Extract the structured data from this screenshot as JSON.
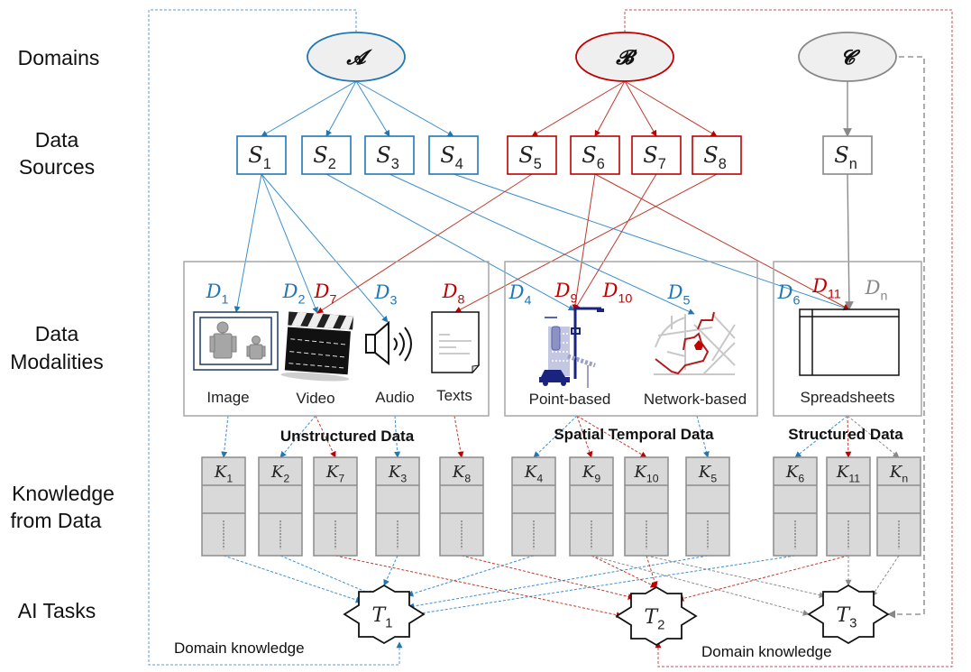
{
  "colors": {
    "domain_a": "#1f77b4",
    "domain_b": "#c00000",
    "domain_c": "#888888",
    "ellipse_fill": "#efefef",
    "knowledge_fill": "#d9d9d9",
    "box_border": "#a6a6a6"
  },
  "row_labels": {
    "domains": "Domains",
    "data_sources_1": "Data",
    "data_sources_2": "Sources",
    "data_modalities_1": "Data",
    "data_modalities_2": "Modalities",
    "knowledge_1": "Knowledge",
    "knowledge_2": "from Data",
    "ai_tasks": "AI Tasks"
  },
  "domains": [
    {
      "id": "A",
      "label": "𝓐",
      "color_key": "domain_a"
    },
    {
      "id": "B",
      "label": "𝓑",
      "color_key": "domain_b"
    },
    {
      "id": "C",
      "label": "𝓒",
      "color_key": "domain_c"
    }
  ],
  "sources": [
    {
      "id": "S1",
      "base": "S",
      "sub": "1",
      "domain": "A"
    },
    {
      "id": "S2",
      "base": "S",
      "sub": "2",
      "domain": "A"
    },
    {
      "id": "S3",
      "base": "S",
      "sub": "3",
      "domain": "A"
    },
    {
      "id": "S4",
      "base": "S",
      "sub": "4",
      "domain": "A"
    },
    {
      "id": "S5",
      "base": "S",
      "sub": "5",
      "domain": "B"
    },
    {
      "id": "S6",
      "base": "S",
      "sub": "6",
      "domain": "B"
    },
    {
      "id": "S7",
      "base": "S",
      "sub": "7",
      "domain": "B"
    },
    {
      "id": "S8",
      "base": "S",
      "sub": "8",
      "domain": "B"
    },
    {
      "id": "Sn",
      "base": "S",
      "sub": "n",
      "domain": "C"
    }
  ],
  "modality_groups": [
    {
      "id": "unstructured",
      "label": "Unstructured Data"
    },
    {
      "id": "spatial",
      "label": "Spatial Temporal Data"
    },
    {
      "id": "structured",
      "label": "Structured Data"
    }
  ],
  "modalities": [
    {
      "id": "image",
      "caption": "Image",
      "icon": "image-icon"
    },
    {
      "id": "video",
      "caption": "Video",
      "icon": "clapperboard-icon"
    },
    {
      "id": "audio",
      "caption": "Audio",
      "icon": "speaker-icon"
    },
    {
      "id": "texts",
      "caption": "Texts",
      "icon": "document-icon"
    },
    {
      "id": "point",
      "caption": "Point-based",
      "icon": "traffic-point-icon"
    },
    {
      "id": "network",
      "caption": "Network-based",
      "icon": "road-network-icon"
    },
    {
      "id": "sheet",
      "caption": "Spreadsheets",
      "icon": "spreadsheet-icon"
    }
  ],
  "datasets": [
    {
      "id": "D1",
      "base": "D",
      "sub": "1",
      "domain": "A"
    },
    {
      "id": "D2",
      "base": "D",
      "sub": "2",
      "domain": "A"
    },
    {
      "id": "D7",
      "base": "D",
      "sub": "7",
      "domain": "B"
    },
    {
      "id": "D3",
      "base": "D",
      "sub": "3",
      "domain": "A"
    },
    {
      "id": "D8",
      "base": "D",
      "sub": "8",
      "domain": "B"
    },
    {
      "id": "D4",
      "base": "D",
      "sub": "4",
      "domain": "A"
    },
    {
      "id": "D9",
      "base": "D",
      "sub": "9",
      "domain": "B"
    },
    {
      "id": "D10",
      "base": "D",
      "sub": "10",
      "domain": "B"
    },
    {
      "id": "D5",
      "base": "D",
      "sub": "5",
      "domain": "A"
    },
    {
      "id": "D6",
      "base": "D",
      "sub": "6",
      "domain": "A"
    },
    {
      "id": "D11",
      "base": "D",
      "sub": "11",
      "domain": "B"
    },
    {
      "id": "Dn",
      "base": "D",
      "sub": "n",
      "domain": "C"
    }
  ],
  "knowledge": [
    {
      "id": "K1",
      "base": "K",
      "sub": "1",
      "domain": "A"
    },
    {
      "id": "K2",
      "base": "K",
      "sub": "2",
      "domain": "A"
    },
    {
      "id": "K7",
      "base": "K",
      "sub": "7",
      "domain": "B"
    },
    {
      "id": "K3",
      "base": "K",
      "sub": "3",
      "domain": "A"
    },
    {
      "id": "K8",
      "base": "K",
      "sub": "8",
      "domain": "B"
    },
    {
      "id": "K4",
      "base": "K",
      "sub": "4",
      "domain": "A"
    },
    {
      "id": "K9",
      "base": "K",
      "sub": "9",
      "domain": "B"
    },
    {
      "id": "K10",
      "base": "K",
      "sub": "10",
      "domain": "B"
    },
    {
      "id": "K5",
      "base": "K",
      "sub": "5",
      "domain": "A"
    },
    {
      "id": "K6",
      "base": "K",
      "sub": "6",
      "domain": "A"
    },
    {
      "id": "K11",
      "base": "K",
      "sub": "11",
      "domain": "B"
    },
    {
      "id": "Kn",
      "base": "K",
      "sub": "n",
      "domain": "C"
    }
  ],
  "tasks": [
    {
      "id": "T1",
      "base": "T",
      "sub": "1",
      "domain": "A"
    },
    {
      "id": "T2",
      "base": "T",
      "sub": "2",
      "domain": "B"
    },
    {
      "id": "T3",
      "base": "T",
      "sub": "3",
      "domain": "C"
    }
  ],
  "domain_knowledge_label": "Domain knowledge",
  "edges": {
    "domain_to_source": [
      [
        "A",
        "S1"
      ],
      [
        "A",
        "S2"
      ],
      [
        "A",
        "S3"
      ],
      [
        "A",
        "S4"
      ],
      [
        "B",
        "S5"
      ],
      [
        "B",
        "S6"
      ],
      [
        "B",
        "S7"
      ],
      [
        "B",
        "S8"
      ],
      [
        "C",
        "Sn"
      ]
    ],
    "source_to_modality": [
      [
        "S1",
        "image"
      ],
      [
        "S1",
        "video"
      ],
      [
        "S1",
        "audio"
      ],
      [
        "S2",
        "point"
      ],
      [
        "S3",
        "network"
      ],
      [
        "S4",
        "sheet"
      ],
      [
        "S5",
        "video"
      ],
      [
        "S6",
        "point"
      ],
      [
        "S6",
        "sheet"
      ],
      [
        "S7",
        "point"
      ],
      [
        "S8",
        "texts"
      ],
      [
        "Sn",
        "sheet"
      ]
    ],
    "modality_to_knowledge": [
      [
        "image",
        "K1"
      ],
      [
        "video",
        "K2"
      ],
      [
        "video",
        "K7"
      ],
      [
        "audio",
        "K3"
      ],
      [
        "texts",
        "K8"
      ],
      [
        "point",
        "K4"
      ],
      [
        "point",
        "K9"
      ],
      [
        "point",
        "K10"
      ],
      [
        "network",
        "K5"
      ],
      [
        "sheet",
        "K6"
      ],
      [
        "sheet",
        "K11"
      ],
      [
        "sheet",
        "Kn"
      ]
    ],
    "knowledge_to_task": [
      [
        "K1",
        "T1"
      ],
      [
        "K2",
        "T1"
      ],
      [
        "K3",
        "T1"
      ],
      [
        "K4",
        "T1"
      ],
      [
        "K5",
        "T1"
      ],
      [
        "K6",
        "T1"
      ],
      [
        "K7",
        "T2"
      ],
      [
        "K8",
        "T2"
      ],
      [
        "K9",
        "T2"
      ],
      [
        "K10",
        "T2"
      ],
      [
        "K11",
        "T2"
      ],
      [
        "K9",
        "T3"
      ],
      [
        "K10",
        "T3"
      ],
      [
        "K11",
        "T3"
      ],
      [
        "Kn",
        "T3"
      ]
    ],
    "domain_knowledge": [
      [
        "A",
        "T1"
      ],
      [
        "B",
        "T2"
      ],
      [
        "C",
        "T3"
      ]
    ]
  }
}
